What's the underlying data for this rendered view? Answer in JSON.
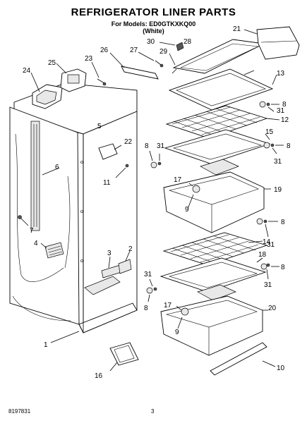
{
  "header": {
    "title": "REFRIGERATOR LINER PARTS",
    "models_line": "For Models: ED0GTKXKQ00",
    "color_line": "(White)"
  },
  "footer": {
    "doc_number": "8197831",
    "page_number": "3"
  },
  "callouts": [
    "1",
    "2",
    "3",
    "4",
    "5",
    "6",
    "7",
    "8",
    "9",
    "10",
    "11",
    "12",
    "13",
    "14",
    "15",
    "16",
    "17",
    "18",
    "19",
    "20",
    "21",
    "22",
    "23",
    "24",
    "25",
    "26",
    "27",
    "28",
    "29",
    "30",
    "31"
  ]
}
